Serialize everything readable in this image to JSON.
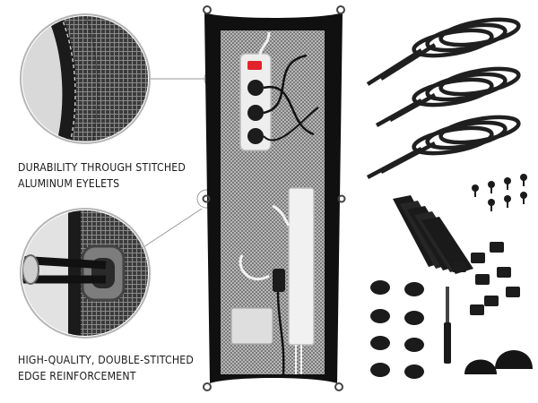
{
  "captions": {
    "durability": {
      "line1": "Durability through stitched",
      "line2": "aluminum eyelets"
    },
    "edge": {
      "line1": "High-quality, double-stitched",
      "line2": "edge reinforcement"
    }
  },
  "icons": [
    "zoom-detail-stitched-webbing",
    "zoom-detail-aluminum-eyelet",
    "cable-tie",
    "screw",
    "velcro-strap",
    "cable-clip",
    "adhesive-cable-holder",
    "drill-bit",
    "cable-organizer-dome"
  ],
  "colors": {
    "mesh": "#9c9c9c",
    "frame": "#111111",
    "accessory": "#1a1a1a",
    "power_switch": "#e0242a"
  }
}
